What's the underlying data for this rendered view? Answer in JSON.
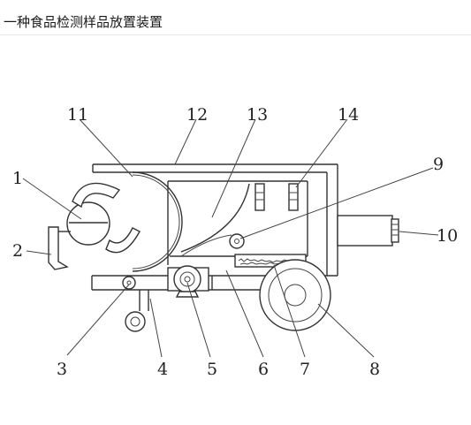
{
  "header": {
    "title": "一种食品检测样品放置装置"
  },
  "diagram": {
    "labels": [
      "1",
      "2",
      "3",
      "4",
      "5",
      "6",
      "7",
      "8",
      "9",
      "10",
      "11",
      "12",
      "13",
      "14"
    ]
  }
}
